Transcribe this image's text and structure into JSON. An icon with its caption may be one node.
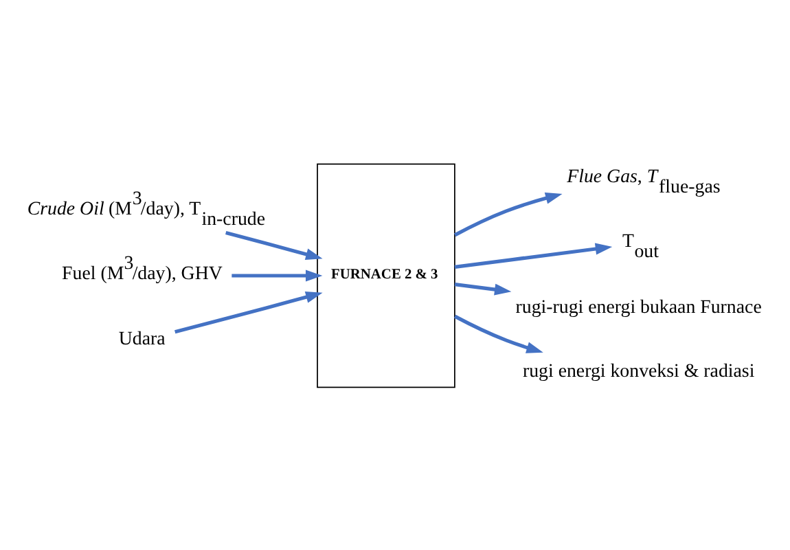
{
  "diagram": {
    "nodes": [
      {
        "text": [
          "*Crude Oil* (M$^{3}$/day), T$_{in-crude}$"
        ]
      },
      {
        "text": [
          "Fuel (M$^{3}$/day), GHV"
        ]
      },
      {
        "text": [
          "Udara"
        ]
      },
      {
        "text": [
          "FURNACE 2 & 3"
        ]
      },
      {
        "text": [
          "*Flue Gas*, *T*$_{flue-gas}$"
        ]
      },
      {
        "text": [
          "T$_{out}$"
        ]
      },
      {
        "text": [
          "rugi-rugi energi bukaan Furnace"
        ]
      },
      {
        "text": [
          "rugi energi konveksi & radiasi"
        ]
      }
    ],
    "edges": [
      {
        "from": 0,
        "to": 3,
        "arrow": "to"
      },
      {
        "from": 1,
        "to": 3,
        "arrow": "to"
      },
      {
        "from": 2,
        "to": 3,
        "arrow": "to"
      },
      {
        "from": 3,
        "to": 4,
        "arrow": "to"
      },
      {
        "from": 3,
        "to": 5,
        "arrow": "to"
      },
      {
        "from": 3,
        "to": 6,
        "arrow": "to"
      },
      {
        "from": 3,
        "to": 7,
        "arrow": "to"
      }
    ]
  }
}
